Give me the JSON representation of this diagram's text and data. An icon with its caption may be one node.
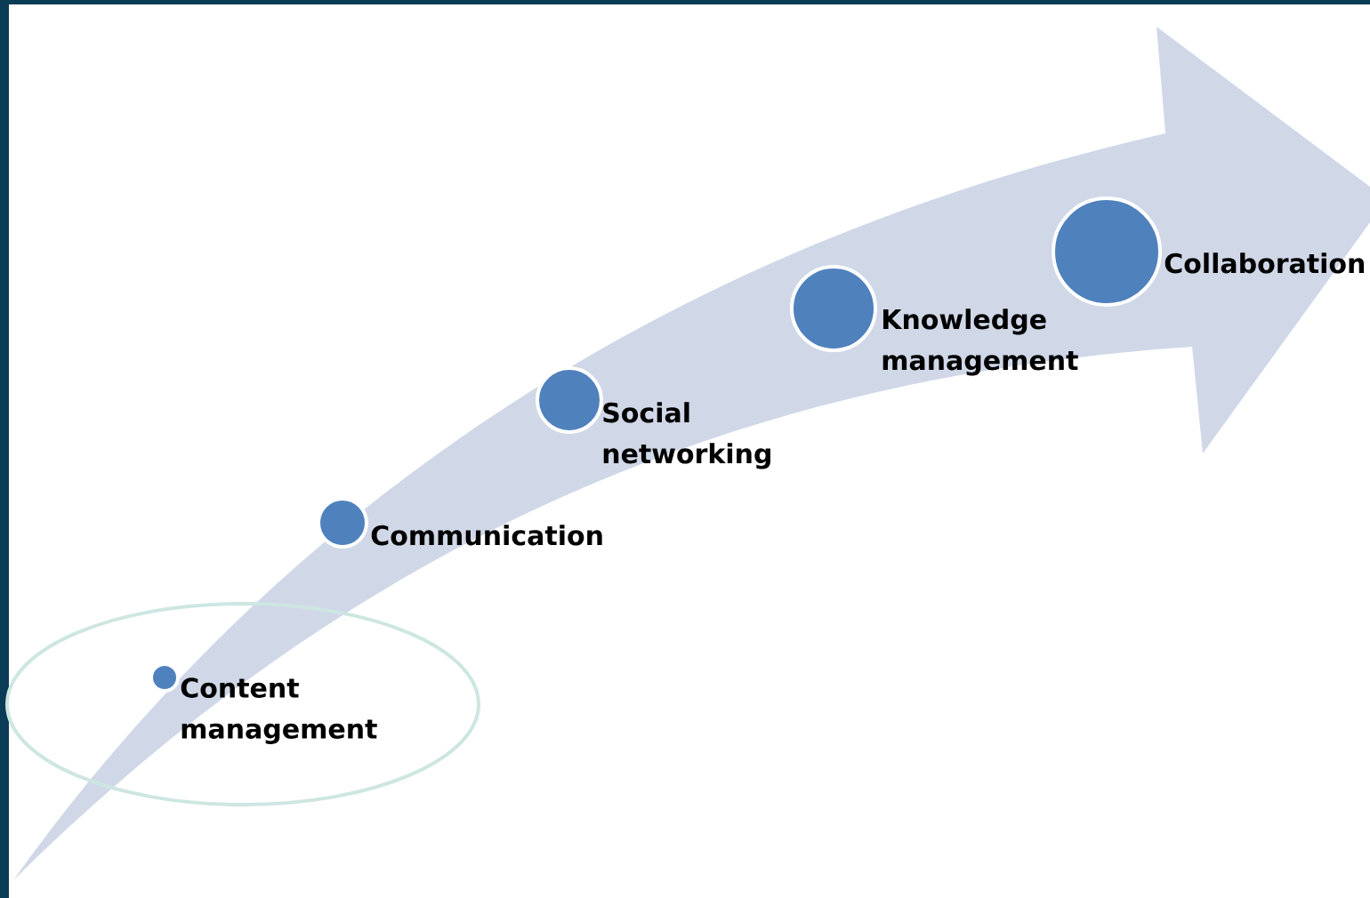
{
  "diagram": {
    "nodes": [
      {
        "text": [
          "Content management"
        ]
      },
      {
        "text": [
          "Communication"
        ]
      },
      {
        "text": [
          "Social networking"
        ]
      },
      {
        "text": [
          "Knowledge management"
        ]
      },
      {
        "text": [
          "Collaboration"
        ]
      }
    ]
  }
}
